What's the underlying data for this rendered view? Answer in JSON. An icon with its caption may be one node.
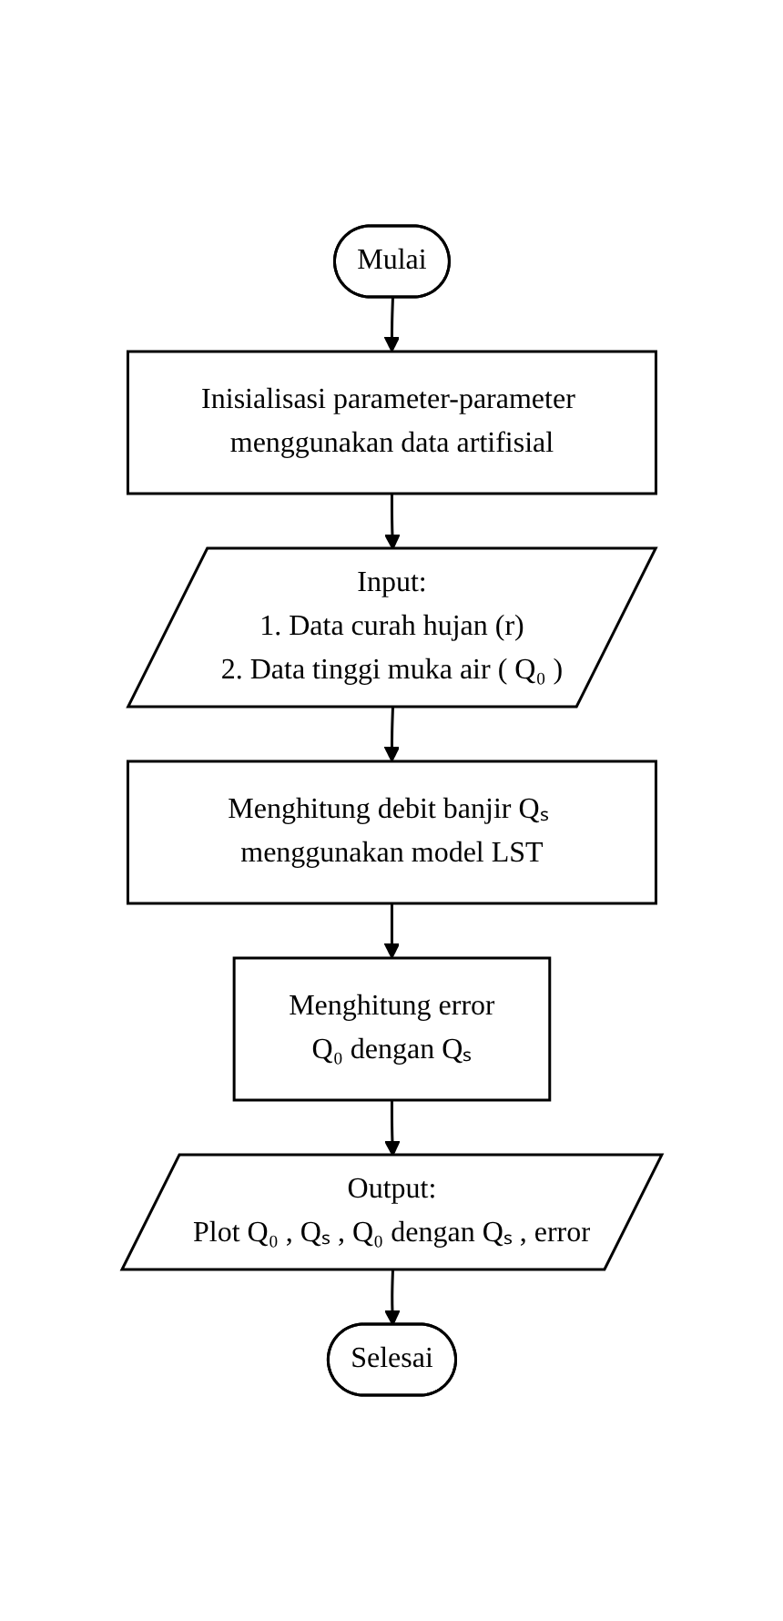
{
  "diagram": {
    "nodes": [
      {
        "text": [
          "Mulai"
        ]
      },
      {
        "text": [
          "Inisialisasi parameter-parameter menggunakan data artifisial"
        ]
      },
      {
        "text": [
          "Input:",
          "1. Data curah hujan (r)",
          "2. Data tinggi muka air ( Q₀ )"
        ]
      },
      {
        "text": [
          "Menghitung debit banjir Qₛ menggunakan model LST"
        ]
      },
      {
        "text": [
          "Menghitung error",
          "Q₀ dengan Qₛ"
        ]
      },
      {
        "text": [
          "Output:",
          "Plot Q₀ , Qₛ , Q₀ dengan Qₛ , error"
        ]
      },
      {
        "text": [
          "Selesai"
        ]
      }
    ],
    "edges": [
      {
        "from": 0,
        "to": 1,
        "arrow": "to"
      },
      {
        "from": 1,
        "to": 2,
        "arrow": "to"
      },
      {
        "from": 2,
        "to": 3,
        "arrow": "to"
      },
      {
        "from": 3,
        "to": 4,
        "arrow": "to"
      },
      {
        "from": 4,
        "to": 5,
        "arrow": "to"
      },
      {
        "from": 5,
        "to": 6,
        "arrow": "to"
      }
    ]
  }
}
